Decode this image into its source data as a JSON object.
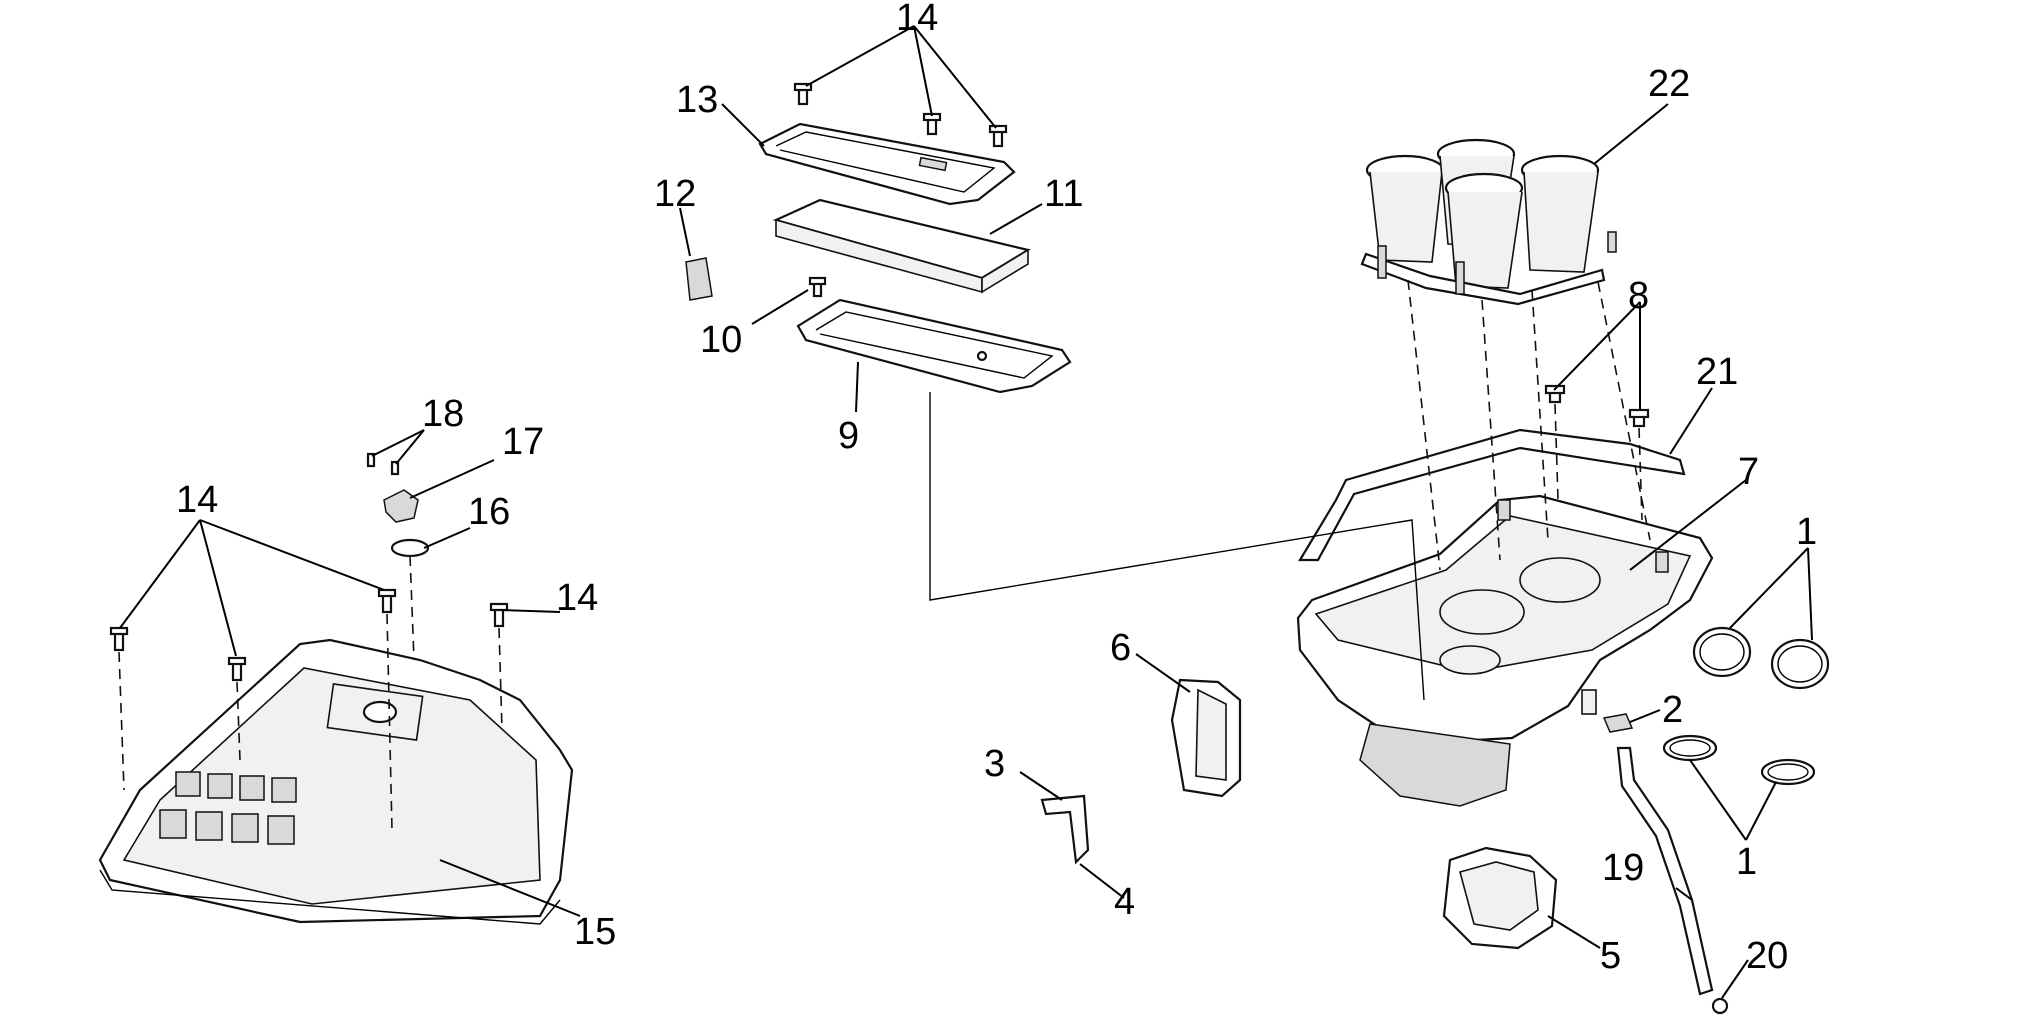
{
  "callouts": [
    {
      "id": "c14a",
      "text": "14"
    },
    {
      "id": "c13",
      "text": "13"
    },
    {
      "id": "c12",
      "text": "12"
    },
    {
      "id": "c11",
      "text": "11"
    },
    {
      "id": "c10",
      "text": "10"
    },
    {
      "id": "c9",
      "text": "9"
    },
    {
      "id": "c22",
      "text": "22"
    },
    {
      "id": "c8",
      "text": "8"
    },
    {
      "id": "c21",
      "text": "21"
    },
    {
      "id": "c7",
      "text": "7"
    },
    {
      "id": "c1a",
      "text": "1"
    },
    {
      "id": "c1b",
      "text": "1"
    },
    {
      "id": "c2",
      "text": "2"
    },
    {
      "id": "c18",
      "text": "18"
    },
    {
      "id": "c17",
      "text": "17"
    },
    {
      "id": "c16",
      "text": "16"
    },
    {
      "id": "c14b",
      "text": "14"
    },
    {
      "id": "c14c",
      "text": "14"
    },
    {
      "id": "c15",
      "text": "15"
    },
    {
      "id": "c6",
      "text": "6"
    },
    {
      "id": "c3",
      "text": "3"
    },
    {
      "id": "c4",
      "text": "4"
    },
    {
      "id": "c5",
      "text": "5"
    },
    {
      "id": "c19",
      "text": "19"
    },
    {
      "id": "c20",
      "text": "20"
    }
  ]
}
